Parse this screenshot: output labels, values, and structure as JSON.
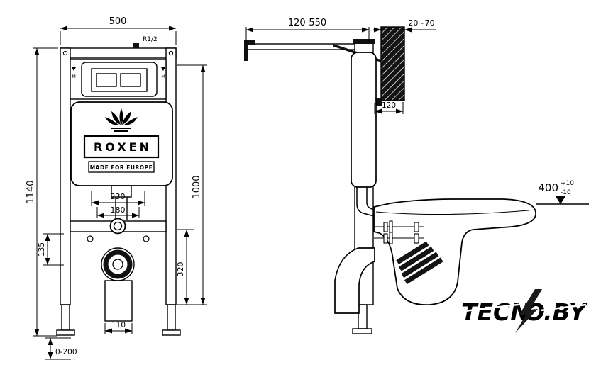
{
  "front_view": {
    "dims": {
      "frame_width": "500",
      "frame_height": "1140",
      "water_thread": "R1/2",
      "bolt_spacing": "230",
      "inlet_spacing": "180",
      "plate_height": "1000",
      "inlet_offset": "135",
      "drain_height": "320",
      "drain_width": "110",
      "feet_adjust": "0-200"
    },
    "flush_mark": "M",
    "brand": {
      "name": "ROXEN",
      "tagline": "MADE FOR EUROPE"
    }
  },
  "side_view": {
    "dims": {
      "arm_range": "120-550",
      "wall_thickness": "20~70",
      "frame_depth": "120",
      "rim_height": "400",
      "rim_tol_plus": "+10",
      "rim_tol_minus": "-10"
    }
  },
  "watermark": {
    "p1": "TECN",
    "p2": "O",
    "p3": ".BY",
    "color": "#e30613"
  }
}
